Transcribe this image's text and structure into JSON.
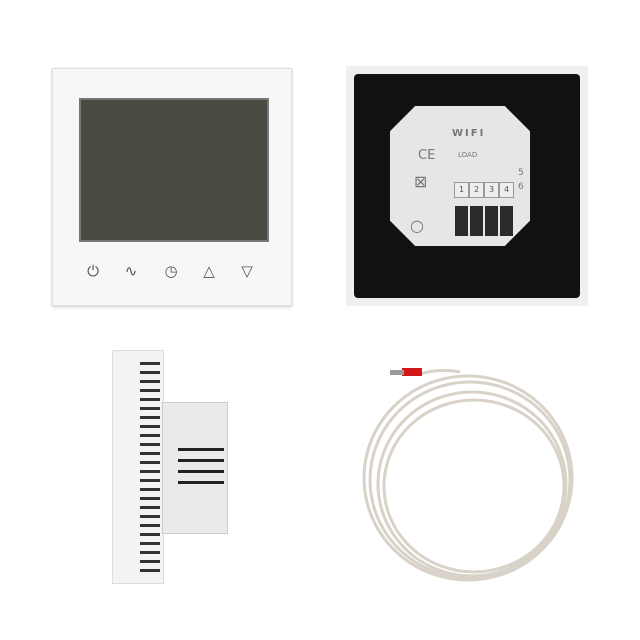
{
  "front_panel": {
    "buttons": [
      {
        "icon": "power-icon",
        "glyph": "⏻"
      },
      {
        "icon": "mode-icon",
        "glyph": "∿"
      },
      {
        "icon": "clock-icon",
        "glyph": "◷"
      },
      {
        "icon": "up-arrow-icon",
        "glyph": "△"
      },
      {
        "icon": "down-arrow-icon",
        "glyph": "▽"
      }
    ]
  },
  "back_panel": {
    "wifi_label": "WIFI",
    "ce_mark": "CE",
    "load_label": "LOAD",
    "terminals": [
      "1",
      "2",
      "3",
      "4"
    ],
    "sensor_terminals": [
      "5",
      "6"
    ]
  },
  "colors": {
    "panel": "#f7f7f7",
    "lcd": "#4a4a42",
    "back_frame": "#111111",
    "cable": "#d8d2c8",
    "cable_tip": "#d01818"
  }
}
